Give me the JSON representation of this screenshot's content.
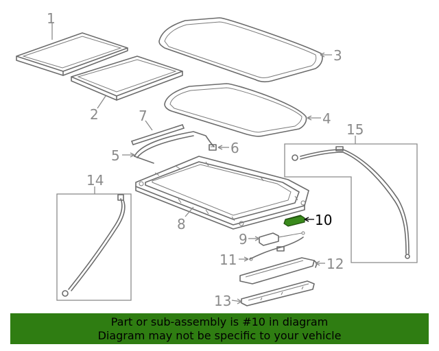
{
  "callouts": {
    "c1": "1",
    "c2": "2",
    "c3": "3",
    "c4": "4",
    "c5": "5",
    "c6": "6",
    "c7": "7",
    "c8": "8",
    "c9": "9",
    "c10": "10",
    "c11": "11",
    "c12": "12",
    "c13": "13",
    "c14": "14",
    "c15": "15"
  },
  "highlighted_part": "10",
  "colors": {
    "highlight_part": "#3a8a1c",
    "banner_bg": "#2f7d12",
    "line_gray": "#6b6b6b",
    "label_gray": "#8a8a8a"
  },
  "banner": {
    "line1": "Part or sub-assembly is #10 in diagram",
    "line2": "Diagram may not be specific to your vehicle"
  }
}
